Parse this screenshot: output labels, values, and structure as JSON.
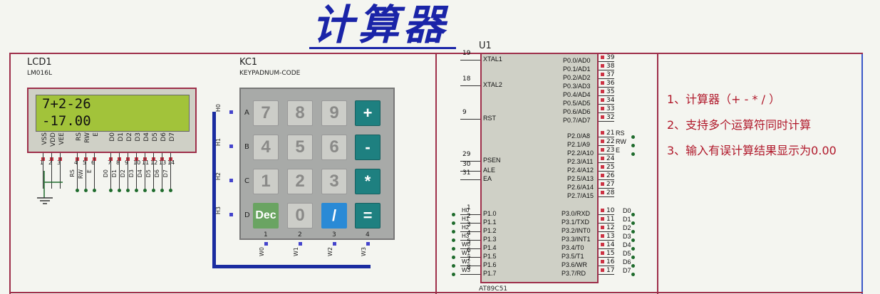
{
  "title": "计算器",
  "lcd": {
    "ref": "LCD1",
    "part": "LM016L",
    "line1": "7+2-26",
    "line2": "-17.00",
    "pins": [
      "VSS",
      "VDD",
      "VEE",
      "RS",
      "RW",
      "E",
      "D0",
      "D1",
      "D2",
      "D3",
      "D4",
      "D5",
      "D6",
      "D7"
    ],
    "pin_numbers": [
      "1",
      "2",
      "3",
      "4",
      "5",
      "6",
      "7",
      "8",
      "9",
      "10",
      "11",
      "12",
      "13",
      "14"
    ],
    "net_labels": [
      "RS",
      "RW",
      "E",
      "D0",
      "D1",
      "D2",
      "D3",
      "D4",
      "D5",
      "D6",
      "D7"
    ]
  },
  "keypad": {
    "ref": "KC1",
    "part": "KEYPADNUM-CODE",
    "rows": [
      "A",
      "B",
      "C",
      "D"
    ],
    "cols": [
      "1",
      "2",
      "3",
      "4"
    ],
    "row_nets": [
      "H0",
      "H1",
      "H2",
      "H3"
    ],
    "col_nets": [
      "W0",
      "W1",
      "W2",
      "W3"
    ],
    "keys": [
      "7",
      "8",
      "9",
      "+",
      "4",
      "5",
      "6",
      "-",
      "1",
      "2",
      "3",
      "*",
      "Dec",
      "0",
      "/",
      "="
    ]
  },
  "mcu": {
    "ref": "U1",
    "part": "AT89C51",
    "left_pins": [
      {
        "num": "19",
        "name": "XTAL1"
      },
      {
        "num": "18",
        "name": "XTAL2"
      },
      {
        "num": "9",
        "name": "RST"
      },
      {
        "num": "29",
        "name": "PSEN"
      },
      {
        "num": "30",
        "name": "ALE"
      },
      {
        "num": "31",
        "name": "EA"
      },
      {
        "num": "1",
        "name": "P1.0",
        "net": "H0"
      },
      {
        "num": "2",
        "name": "P1.1",
        "net": "H1"
      },
      {
        "num": "3",
        "name": "P1.2",
        "net": "H2"
      },
      {
        "num": "4",
        "name": "P1.3",
        "net": "H3"
      },
      {
        "num": "5",
        "name": "P1.4",
        "net": "W0"
      },
      {
        "num": "6",
        "name": "P1.5",
        "net": "W1"
      },
      {
        "num": "7",
        "name": "P1.6",
        "net": "W2"
      },
      {
        "num": "8",
        "name": "P1.7",
        "net": "W3"
      }
    ],
    "right_pins": [
      {
        "num": "39",
        "name": "P0.0/AD0"
      },
      {
        "num": "38",
        "name": "P0.1/AD1"
      },
      {
        "num": "37",
        "name": "P0.2/AD2"
      },
      {
        "num": "36",
        "name": "P0.3/AD3"
      },
      {
        "num": "35",
        "name": "P0.4/AD4"
      },
      {
        "num": "34",
        "name": "P0.5/AD5"
      },
      {
        "num": "33",
        "name": "P0.6/AD6"
      },
      {
        "num": "32",
        "name": "P0.7/AD7"
      },
      {
        "num": "21",
        "name": "P2.0/A8",
        "net": "RS"
      },
      {
        "num": "22",
        "name": "P2.1/A9",
        "net": "RW"
      },
      {
        "num": "23",
        "name": "P2.2/A10",
        "net": "E"
      },
      {
        "num": "24",
        "name": "P2.3/A11"
      },
      {
        "num": "25",
        "name": "P2.4/A12"
      },
      {
        "num": "26",
        "name": "P2.5/A13"
      },
      {
        "num": "27",
        "name": "P2.6/A14"
      },
      {
        "num": "28",
        "name": "P2.7/A15"
      },
      {
        "num": "10",
        "name": "P3.0/RXD",
        "net": "D0"
      },
      {
        "num": "11",
        "name": "P3.1/TXD",
        "net": "D1"
      },
      {
        "num": "12",
        "name": "P3.2/INT0",
        "net": "D2"
      },
      {
        "num": "13",
        "name": "P3.3/INT1",
        "net": "D3"
      },
      {
        "num": "14",
        "name": "P3.4/T0",
        "net": "D4"
      },
      {
        "num": "15",
        "name": "P3.5/T1",
        "net": "D5"
      },
      {
        "num": "16",
        "name": "P3.6/WR",
        "net": "D6"
      },
      {
        "num": "17",
        "name": "P3.7/RD",
        "net": "D7"
      }
    ]
  },
  "requirements": [
    "1、计算器（+ - * / ）",
    "2、支持多个运算符同时计算",
    "3、输入有误计算结果显示为0.00"
  ],
  "colors": {
    "title": "#1a24a8",
    "frame": "#9e2f4a",
    "lcd_screen": "#a2c33a",
    "key_op": "#1e8080",
    "key_div": "#2a8ad6",
    "key_dec": "#6aa462",
    "requirement_text": "#b0182a",
    "bus": "#1a2ca0"
  }
}
